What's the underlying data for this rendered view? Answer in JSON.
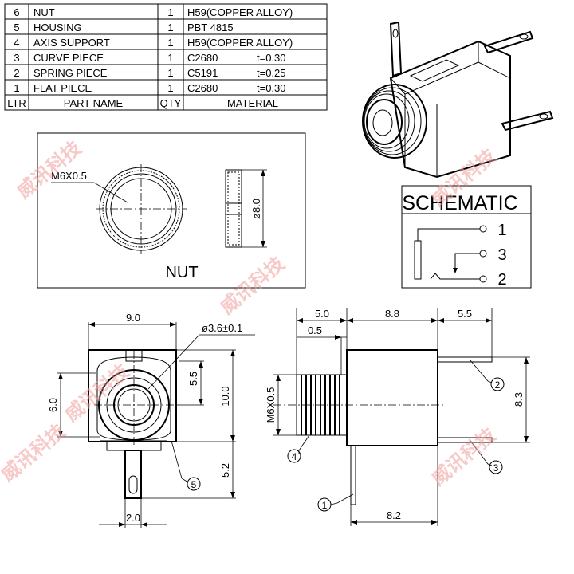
{
  "bom": {
    "header": {
      "ltr": "LTR",
      "part": "PART NAME",
      "qty": "QTY",
      "material": "MATERIAL"
    },
    "rows": [
      {
        "ltr": "6",
        "part": "NUT",
        "qty": "1",
        "material": "H59(COPPER ALLOY)",
        "thick": ""
      },
      {
        "ltr": "5",
        "part": "HOUSING",
        "qty": "1",
        "material": "PBT 4815",
        "thick": ""
      },
      {
        "ltr": "4",
        "part": "AXIS SUPPORT",
        "qty": "1",
        "material": "H59(COPPER ALLOY)",
        "thick": ""
      },
      {
        "ltr": "3",
        "part": "CURVE PIECE",
        "qty": "1",
        "material": "C2680",
        "thick": "t=0.30"
      },
      {
        "ltr": "2",
        "part": "SPRING PIECE",
        "qty": "1",
        "material": "C5191",
        "thick": "t=0.25"
      },
      {
        "ltr": "1",
        "part": "FLAT PIECE",
        "qty": "1",
        "material": "C2680",
        "thick": "t=0.30"
      }
    ]
  },
  "nut": {
    "title": "NUT",
    "thread": "M6X0.5",
    "diameter": "ø8.0"
  },
  "schematic": {
    "title": "SCHEMATIC",
    "pins": [
      "1",
      "3",
      "2"
    ]
  },
  "front_view": {
    "width": "9.0",
    "hole": "ø3.6±0.1",
    "height_inner": "5.5",
    "height_total": "10.0",
    "height_center": "6.0",
    "pin_len": "5.2",
    "pin_width": "2.0",
    "callout": "5"
  },
  "side_view": {
    "nut_len": "5.0",
    "flange": "0.5",
    "body_len": "8.8",
    "pin_ext": "5.5",
    "pin_span": "8.3",
    "thread": "M6X0.5",
    "bottom_len": "8.2",
    "callouts": [
      "2",
      "3",
      "4",
      "1"
    ]
  },
  "watermarks": [
    "威讯科技",
    "威讯科技",
    "威讯科技",
    "威讯科技",
    "威讯科技",
    "威讯科技"
  ]
}
